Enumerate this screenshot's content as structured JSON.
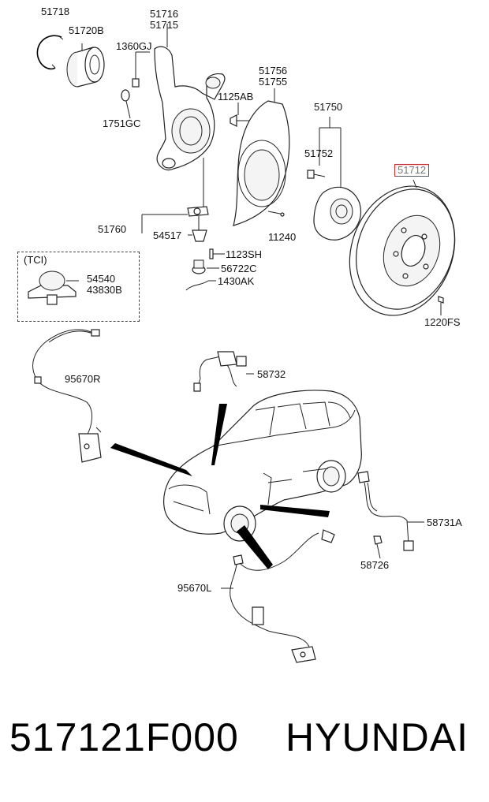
{
  "title_part_number": "517121F000",
  "title_brand": "HYUNDAI",
  "highlight_color": "#e0262b",
  "tci_label": "(TCI)",
  "labels": {
    "l51718": "51718",
    "l51720B": "51720B",
    "l51716": "51716",
    "l51715": "51715",
    "l1360GJ": "1360GJ",
    "l1751GC": "1751GC",
    "l1125AB": "1125AB",
    "l51756": "51756",
    "l51755": "51755",
    "l51750": "51750",
    "l51752": "51752",
    "l51712": "51712",
    "l51760": "51760",
    "l54517": "54517",
    "l11240": "11240",
    "l1123SH": "1123SH",
    "l56722C": "56722C",
    "l1430AK": "1430AK",
    "l54540": "54540",
    "l43830B": "43830B",
    "l1220FS": "1220FS",
    "l95670R": "95670R",
    "l58732": "58732",
    "l58731A": "58731A",
    "l58726": "58726",
    "l95670L": "95670L"
  }
}
